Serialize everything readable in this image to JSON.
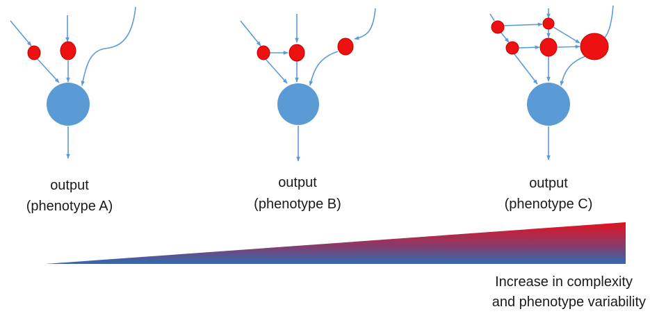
{
  "colors": {
    "edge": "#5b9bd5",
    "hub": "#5b9bd5",
    "node": "#ee1111",
    "gradient_top": "#e3121f",
    "gradient_bottom": "#2e6bb0"
  },
  "panels": [
    {
      "output_label": "output",
      "phenotype_label": "(phenotype A)"
    },
    {
      "output_label": "output",
      "phenotype_label": "(phenotype B)"
    },
    {
      "output_label": "output",
      "phenotype_label": "(phenotype C)"
    }
  ],
  "gradient_caption": {
    "line1": "Increase in complexity",
    "line2": "and phenotype variability"
  }
}
